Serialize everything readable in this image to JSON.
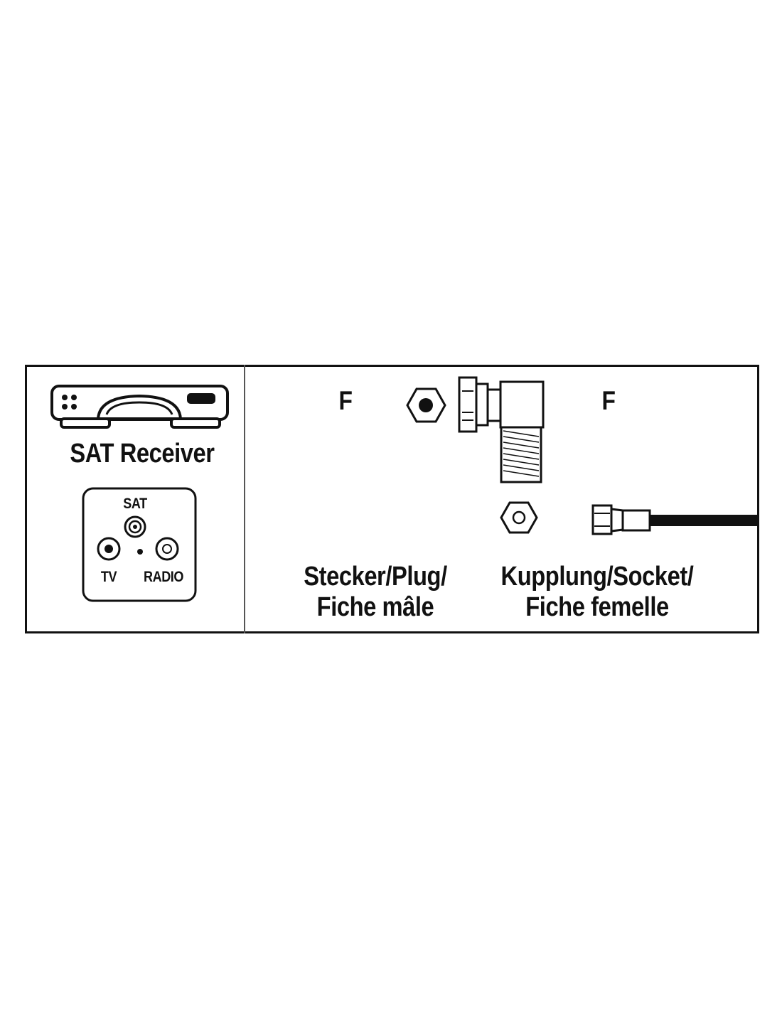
{
  "receiver": {
    "title": "SAT Receiver",
    "wall_socket": {
      "sat_label": "SAT",
      "tv_label": "TV",
      "radio_label": "RADIO"
    }
  },
  "connectors": {
    "left_type": "F",
    "right_type": "F",
    "plug_label_line1": "Stecker/Plug/",
    "plug_label_line2": "Fiche mâle",
    "socket_label_line1": "Kupplung/Socket/",
    "socket_label_line2": "Fiche femelle"
  }
}
